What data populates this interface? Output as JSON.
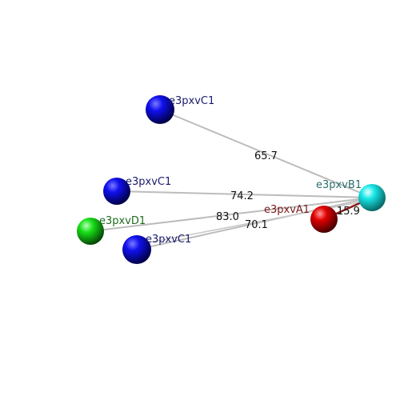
{
  "colors": {
    "background": "#ffffff",
    "bond": "#b8b8b8",
    "bond_highlight": "#8b1a1a",
    "label_blue": "#1a1a6e",
    "label_green": "#1e6b1e",
    "label_cyan": "#2a6e6e",
    "label_red": "#7a1a1a"
  },
  "nodes": [
    {
      "id": "c1a",
      "label": "e3pxvC1",
      "color": "blue"
    },
    {
      "id": "c1b",
      "label": "e3pxvC1",
      "color": "blue"
    },
    {
      "id": "c1c",
      "label": "e3pxvC1",
      "color": "blue"
    },
    {
      "id": "d1",
      "label": "e3pxvD1",
      "color": "green"
    },
    {
      "id": "a1",
      "label": "e3pxvA1",
      "color": "red"
    },
    {
      "id": "b1",
      "label": "e3pxvB1",
      "color": "cyan"
    }
  ],
  "edges": [
    {
      "from": "c1a",
      "to": "b1",
      "distance": "65.7"
    },
    {
      "from": "c1b",
      "to": "b1",
      "distance": "74.2"
    },
    {
      "from": "d1",
      "to": "b1",
      "distance": "83.0"
    },
    {
      "from": "c1c",
      "to": "b1",
      "distance": "70.1"
    },
    {
      "from": "a1",
      "to": "b1",
      "distance": "15.9"
    }
  ]
}
